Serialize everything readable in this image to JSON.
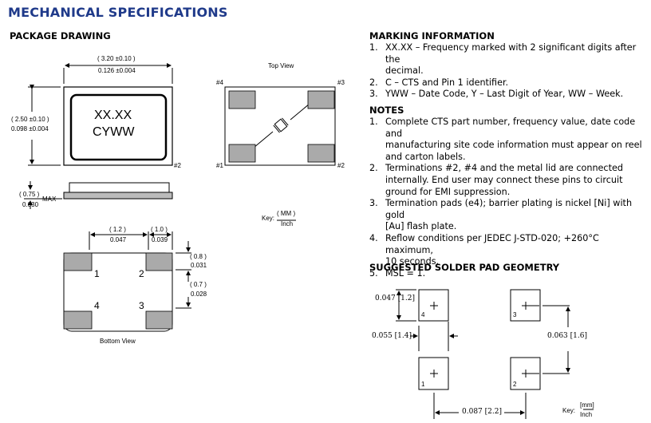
{
  "title": "MECHANICAL SPECIFICATIONS",
  "package_drawing": {
    "heading": "PACKAGE DRAWING",
    "top_view": "Top View",
    "bottom_view": "Bottom View",
    "marking_line1": "XX.XX",
    "marking_line2": "CYWW",
    "dim_width_mm": "( 3.20 ±0.10 )",
    "dim_width_in": "0.126 ±0.004",
    "dim_height_mm": "( 2.50 ±0.10 )",
    "dim_height_in": "0.098 ±0.004",
    "dim_thick_mm": "( 0.75 )",
    "dim_thick_in": "0.030",
    "dim_thick_max": "MAX",
    "dim_pitch_mm": "( 1.2 )",
    "dim_pitch_in": "0.047",
    "dim_pad_w_mm": "( 1.0 )",
    "dim_pad_w_in": "0.039",
    "dim_pad_h_mm": "( 0.8 )",
    "dim_pad_h_in": "0.031",
    "dim_pad_gap_mm": "( 0.7 )",
    "dim_pad_gap_in": "0.028",
    "top_pins": [
      "#4",
      "#3",
      "#1",
      "#2"
    ],
    "side_pin": "#2",
    "bottom_pins": [
      "1",
      "2",
      "4",
      "3"
    ],
    "key_label": "Key:",
    "key_mm": "( MM )",
    "key_inch": "Inch"
  },
  "marking": {
    "heading": "MARKING INFORMATION",
    "items": [
      {
        "n": "1.",
        "lines": [
          "XX.XX – Frequency marked with 2 significant digits after the",
          "decimal."
        ]
      },
      {
        "n": "2.",
        "lines": [
          "C – CTS and Pin 1 identifier."
        ]
      },
      {
        "n": "3.",
        "lines": [
          "YWW – Date Code, Y – Last Digit of Year, WW – Week."
        ]
      }
    ]
  },
  "notes": {
    "heading": "NOTES",
    "items": [
      {
        "n": "1.",
        "lines": [
          "Complete CTS part number, frequency value, date code and",
          "manufacturing site code information must appear on reel",
          "and carton labels."
        ]
      },
      {
        "n": "2.",
        "lines": [
          "Terminations #2, #4 and the metal lid are connected",
          "internally.  End user may connect these pins to circuit",
          "ground for EMI suppression."
        ]
      },
      {
        "n": "3.",
        "lines": [
          "Termination pads (e4); barrier plating is nickel [Ni] with gold",
          "[Au] flash plate."
        ]
      },
      {
        "n": "4.",
        "lines": [
          "Reflow conditions per JEDEC J-STD-020; +260°C maximum,",
          "10 seconds."
        ]
      },
      {
        "n": "5.",
        "lines": [
          "MSL = 1."
        ]
      }
    ]
  },
  "solder_pad": {
    "heading": "SUGGESTED SOLDER PAD GEOMETRY",
    "dim_h": "0.047 [1.2]",
    "dim_gap": "0.055 [1.4]",
    "dim_vpitch": "0.063 [1.6]",
    "dim_hpitch": "0.087 [2.2]",
    "pads": [
      "4",
      "3",
      "1",
      "2"
    ],
    "key_label": "Key:",
    "key_mm": "[mm]",
    "key_inch": "Inch"
  }
}
